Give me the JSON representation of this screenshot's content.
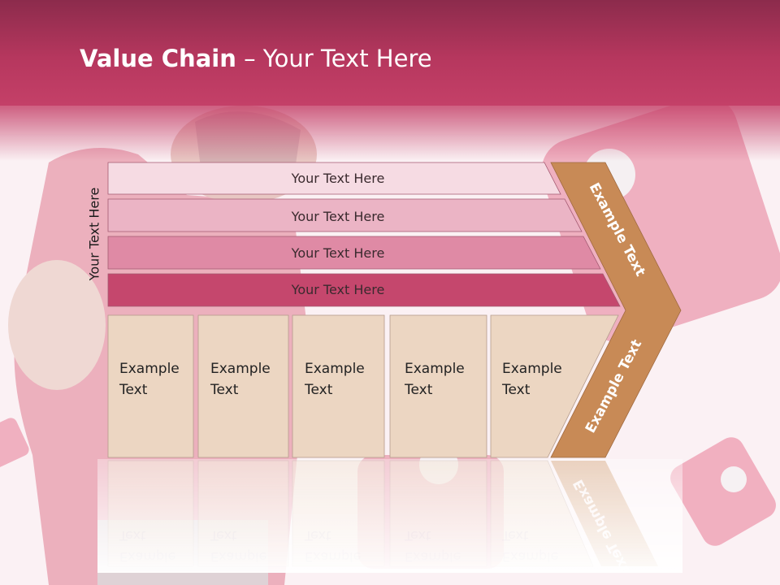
{
  "title": {
    "bold": "Value Chain",
    "rest": " – Your Text Here"
  },
  "side_label": "Your Text Here",
  "bars": [
    {
      "label": "Your Text Here",
      "color": "#f6dbe3"
    },
    {
      "label": "Your Text Here",
      "color": "#ebb4c5"
    },
    {
      "label": "Your Text Here",
      "color": "#df8aa5"
    },
    {
      "label": "Your Text Here",
      "color": "#c5476d"
    }
  ],
  "boxes": [
    {
      "line1": "Example",
      "line2": "Text"
    },
    {
      "line1": "Example",
      "line2": "Text"
    },
    {
      "line1": "Example",
      "line2": "Text"
    },
    {
      "line1": "Example",
      "line2": "Text"
    },
    {
      "line1": "Example",
      "line2": "Text"
    }
  ],
  "chevron": {
    "upper_label": "Example Text",
    "lower_label": "Example Text",
    "color": "#c88a56"
  },
  "colors": {
    "header": "#b6375e",
    "box_fill": "#ecd6c2",
    "box_border": "#b49c8c"
  }
}
